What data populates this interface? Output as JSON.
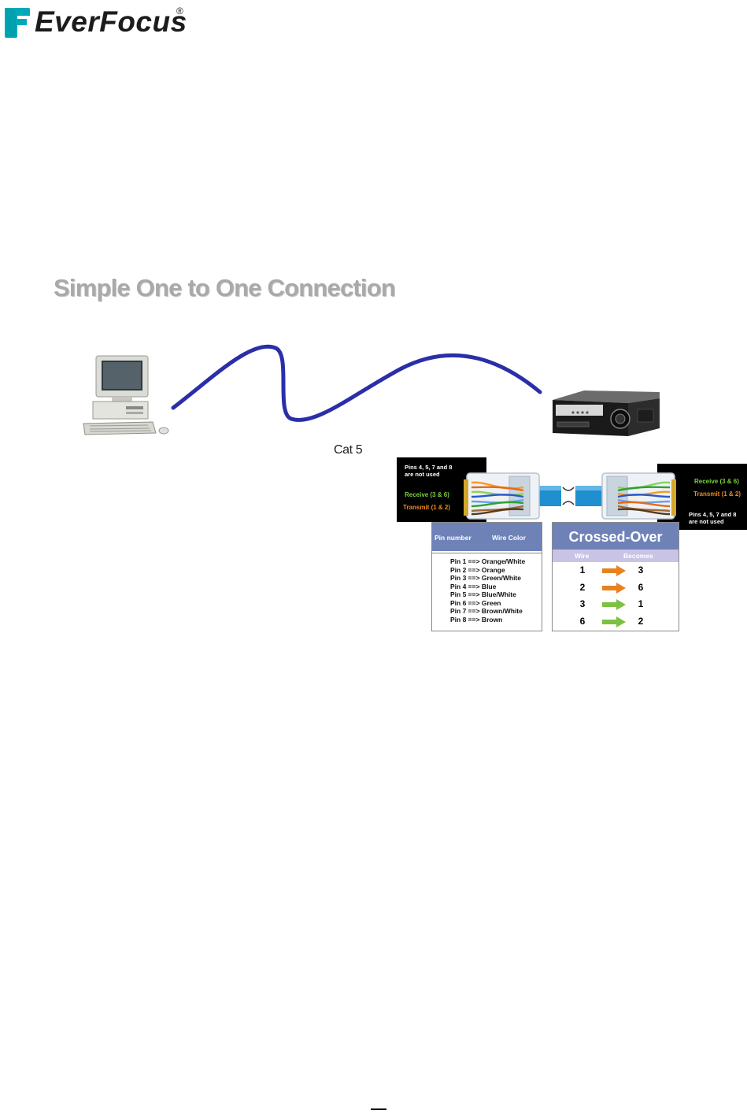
{
  "header": {
    "logo_text": "EverFocus",
    "logo_registered": "®",
    "logo_color": "#00a9b8"
  },
  "diagram": {
    "title": "Simple One to One Connection",
    "cable_label": "Cat 5",
    "cable_color": "#2a2fa8",
    "left_device_icon": "desktop-computer",
    "right_device_icon": "dvr-recorder"
  },
  "wiring": {
    "left_panel": {
      "note": "Pins 4, 5, 7 and 8\nare not used",
      "receive": "Receive (3 & 6)",
      "transmit": "Transmit (1 & 2)"
    },
    "right_panel": {
      "receive": "Receive (3 & 6)",
      "transmit": "Transmit (1 & 2)",
      "note": "Pins 4, 5, 7 and 8\nare not used"
    },
    "pin_table": {
      "header_left": "Pin number",
      "header_right": "Wire Color",
      "rows": [
        "Pin 1 ==> Orange/White",
        "Pin 2 ==> Orange",
        "Pin 3 ==> Green/White",
        "Pin 4 ==> Blue",
        "Pin 5 ==> Blue/White",
        "Pin 6 ==> Green",
        "Pin 7 ==> Brown/White",
        "Pin 8 ==> Brown"
      ]
    },
    "crossover_table": {
      "title": "Crossed-Over",
      "col_wire": "Wire",
      "col_becomes": "Becomes",
      "rows": [
        {
          "wire": "1",
          "becomes": "3",
          "arrow_color": "#e8821e"
        },
        {
          "wire": "2",
          "becomes": "6",
          "arrow_color": "#e8821e"
        },
        {
          "wire": "3",
          "becomes": "1",
          "arrow_color": "#7cc142"
        },
        {
          "wire": "6",
          "becomes": "2",
          "arrow_color": "#7cc142"
        }
      ]
    }
  }
}
